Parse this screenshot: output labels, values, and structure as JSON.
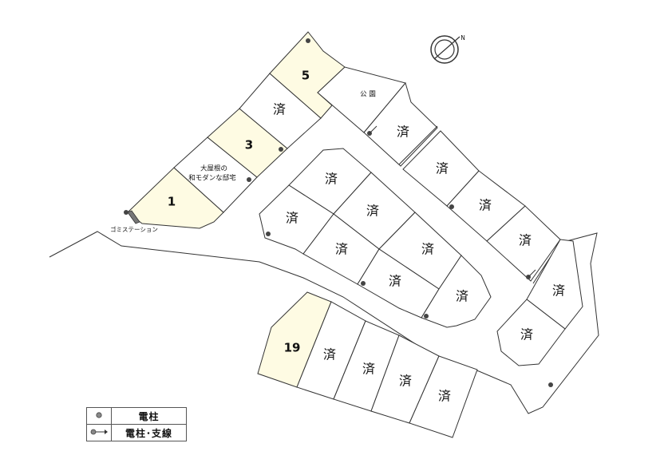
{
  "map": {
    "compass": {
      "label": "N"
    },
    "lots": [
      {
        "id": "lot-1",
        "label": "1",
        "status": "available"
      },
      {
        "id": "lot-2",
        "label": "大屋根の",
        "label2": "和モダンな邸宅",
        "status": "featured"
      },
      {
        "id": "lot-3",
        "label": "3",
        "status": "available"
      },
      {
        "id": "lot-4",
        "label": "済",
        "status": "sold"
      },
      {
        "id": "lot-5",
        "label": "5",
        "status": "available"
      },
      {
        "id": "lot-19",
        "label": "19",
        "status": "available"
      }
    ],
    "park_label": "公 園",
    "garbage_station_label": "ゴミステーション",
    "sold_label": "済",
    "colors": {
      "available": "#fefbe3",
      "sold": "#ffffff",
      "line": "#333333",
      "pole": "#444444"
    }
  },
  "legend": {
    "rows": [
      {
        "symbol": "pole-icon",
        "label": "電柱"
      },
      {
        "symbol": "pole-guywire-icon",
        "label": "電柱･支線"
      }
    ]
  }
}
